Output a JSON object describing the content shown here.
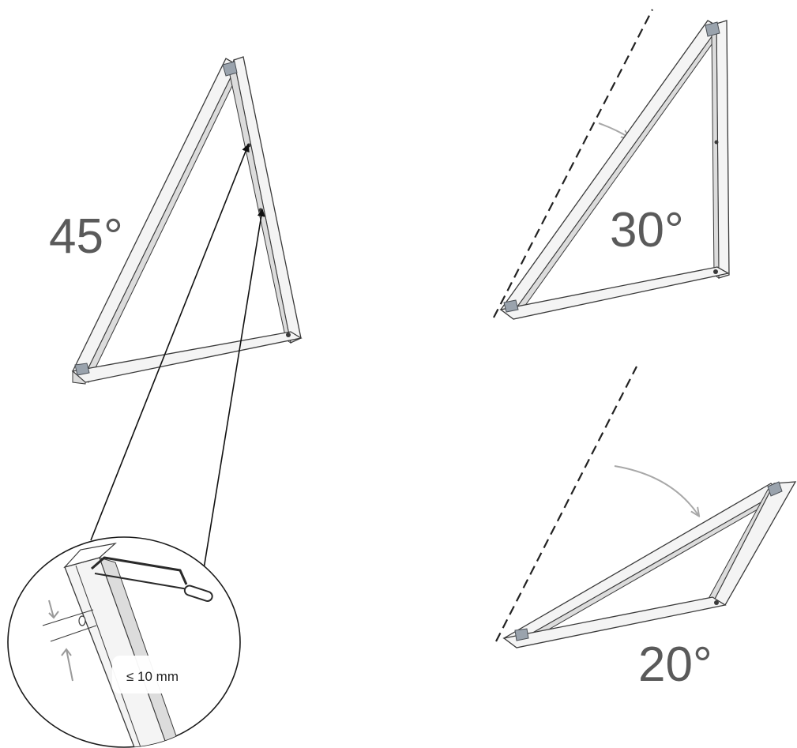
{
  "diagram": {
    "frames": [
      {
        "id": "frame-45",
        "angle_label": "45°"
      },
      {
        "id": "frame-30",
        "angle_label": "30°"
      },
      {
        "id": "frame-20",
        "angle_label": "20°"
      }
    ],
    "detail": {
      "cut_limit_label": "≤ 10 mm"
    }
  }
}
